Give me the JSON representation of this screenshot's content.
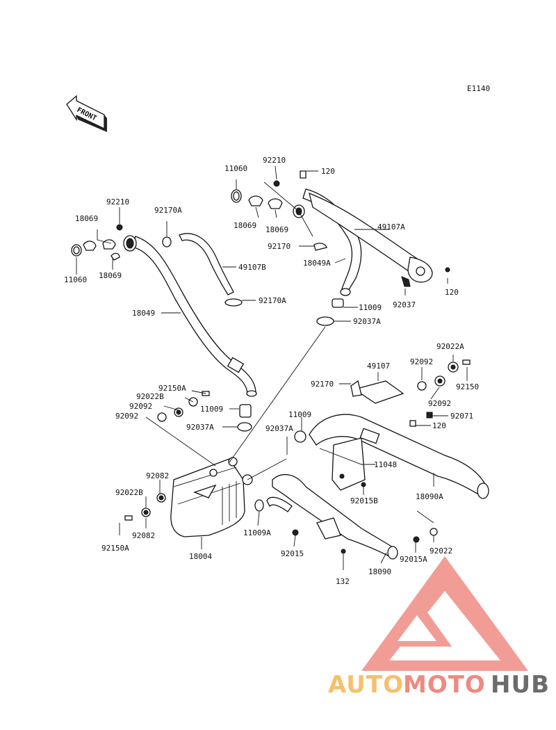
{
  "diagram": {
    "ref": "E1140",
    "front_label": "FRONT",
    "labels": {
      "p11060_top": "11060",
      "p92210_top": "92210",
      "p120_top": "120",
      "p18069_mid1": "18069",
      "p18069_mid2": "18069",
      "p49107A": "49107A",
      "p92170_mid": "92170",
      "p18049A": "18049A",
      "p120_right": "120",
      "p92037": "92037",
      "p11009_mid": "11009",
      "p92037A_mid": "92037A",
      "p92210_left": "92210",
      "p92170A_top": "92170A",
      "p18069_left1": "18069",
      "p11060_left": "11060",
      "p18069_left2": "18069",
      "p49107B": "49107B",
      "p92170A_low": "92170A",
      "p18049": "18049",
      "p92022A": "92022A",
      "p49107": "49107",
      "p92092_r1": "92092",
      "p92170_right": "92170",
      "p92150_right": "92150",
      "p92092_r2": "92092",
      "p92071": "92071",
      "p11009_right": "11009",
      "p120_low": "120",
      "p92150A_top": "92150A",
      "p92022B_top": "92022B",
      "p92092_l1": "92092",
      "p92092_l2": "92092",
      "p11009_left": "11009",
      "p92037A_left": "92037A",
      "p92037A_right": "92037A",
      "p11048": "11048",
      "p92082_top": "92082",
      "p92022B_low": "92022B",
      "p92082_low": "92082",
      "p92150A_low": "92150A",
      "p18004": "18004",
      "p11009A": "11009A",
      "p92015": "92015",
      "p92015B": "92015B",
      "p18090A": "18090A",
      "p92015A": "92015A",
      "p92022": "92022",
      "p132": "132",
      "p18090": "18090"
    }
  },
  "watermark": {
    "part1": "AUTO",
    "part2": "MOTO",
    "part3": "HUB",
    "color1": "#f5c06b",
    "color2": "#ef8a80",
    "color3": "#6b6b6b",
    "logo_color": "#f08b84"
  }
}
